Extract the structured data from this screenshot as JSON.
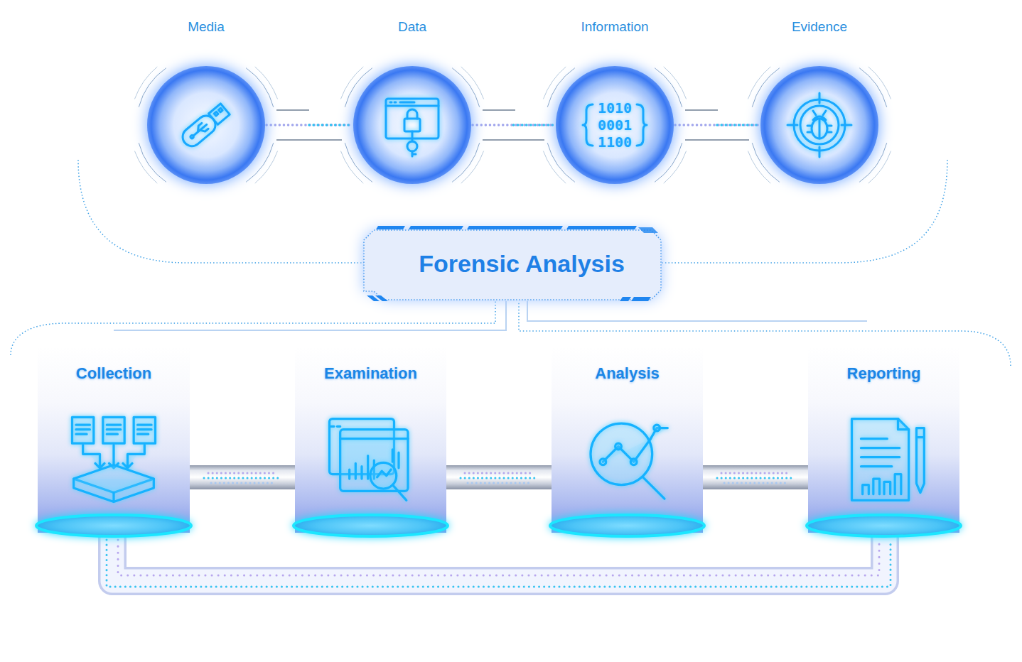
{
  "diagram": {
    "nodes": [
      {
        "text": [
          "Media"
        ]
      },
      {
        "text": [
          "Data"
        ]
      },
      {
        "text": [
          "Information",
          "1010 0001 1100"
        ]
      },
      {
        "text": [
          "Evidence"
        ]
      },
      {
        "text": [
          "Forensic Analysis"
        ]
      },
      {
        "text": [
          "Collection"
        ]
      },
      {
        "text": [
          "Examination"
        ]
      },
      {
        "text": [
          "Analysis"
        ]
      },
      {
        "text": [
          "Reporting"
        ]
      }
    ],
    "edges": [
      {
        "from": 0,
        "to": 1,
        "arrow": "none"
      },
      {
        "from": 1,
        "to": 2,
        "arrow": "none"
      },
      {
        "from": 2,
        "to": 3,
        "arrow": "none"
      },
      {
        "from": 5,
        "to": 6,
        "arrow": "none"
      },
      {
        "from": 6,
        "to": 7,
        "arrow": "none"
      },
      {
        "from": 7,
        "to": 8,
        "arrow": "none"
      },
      {
        "from": 5,
        "to": 8,
        "arrow": "none"
      }
    ]
  }
}
